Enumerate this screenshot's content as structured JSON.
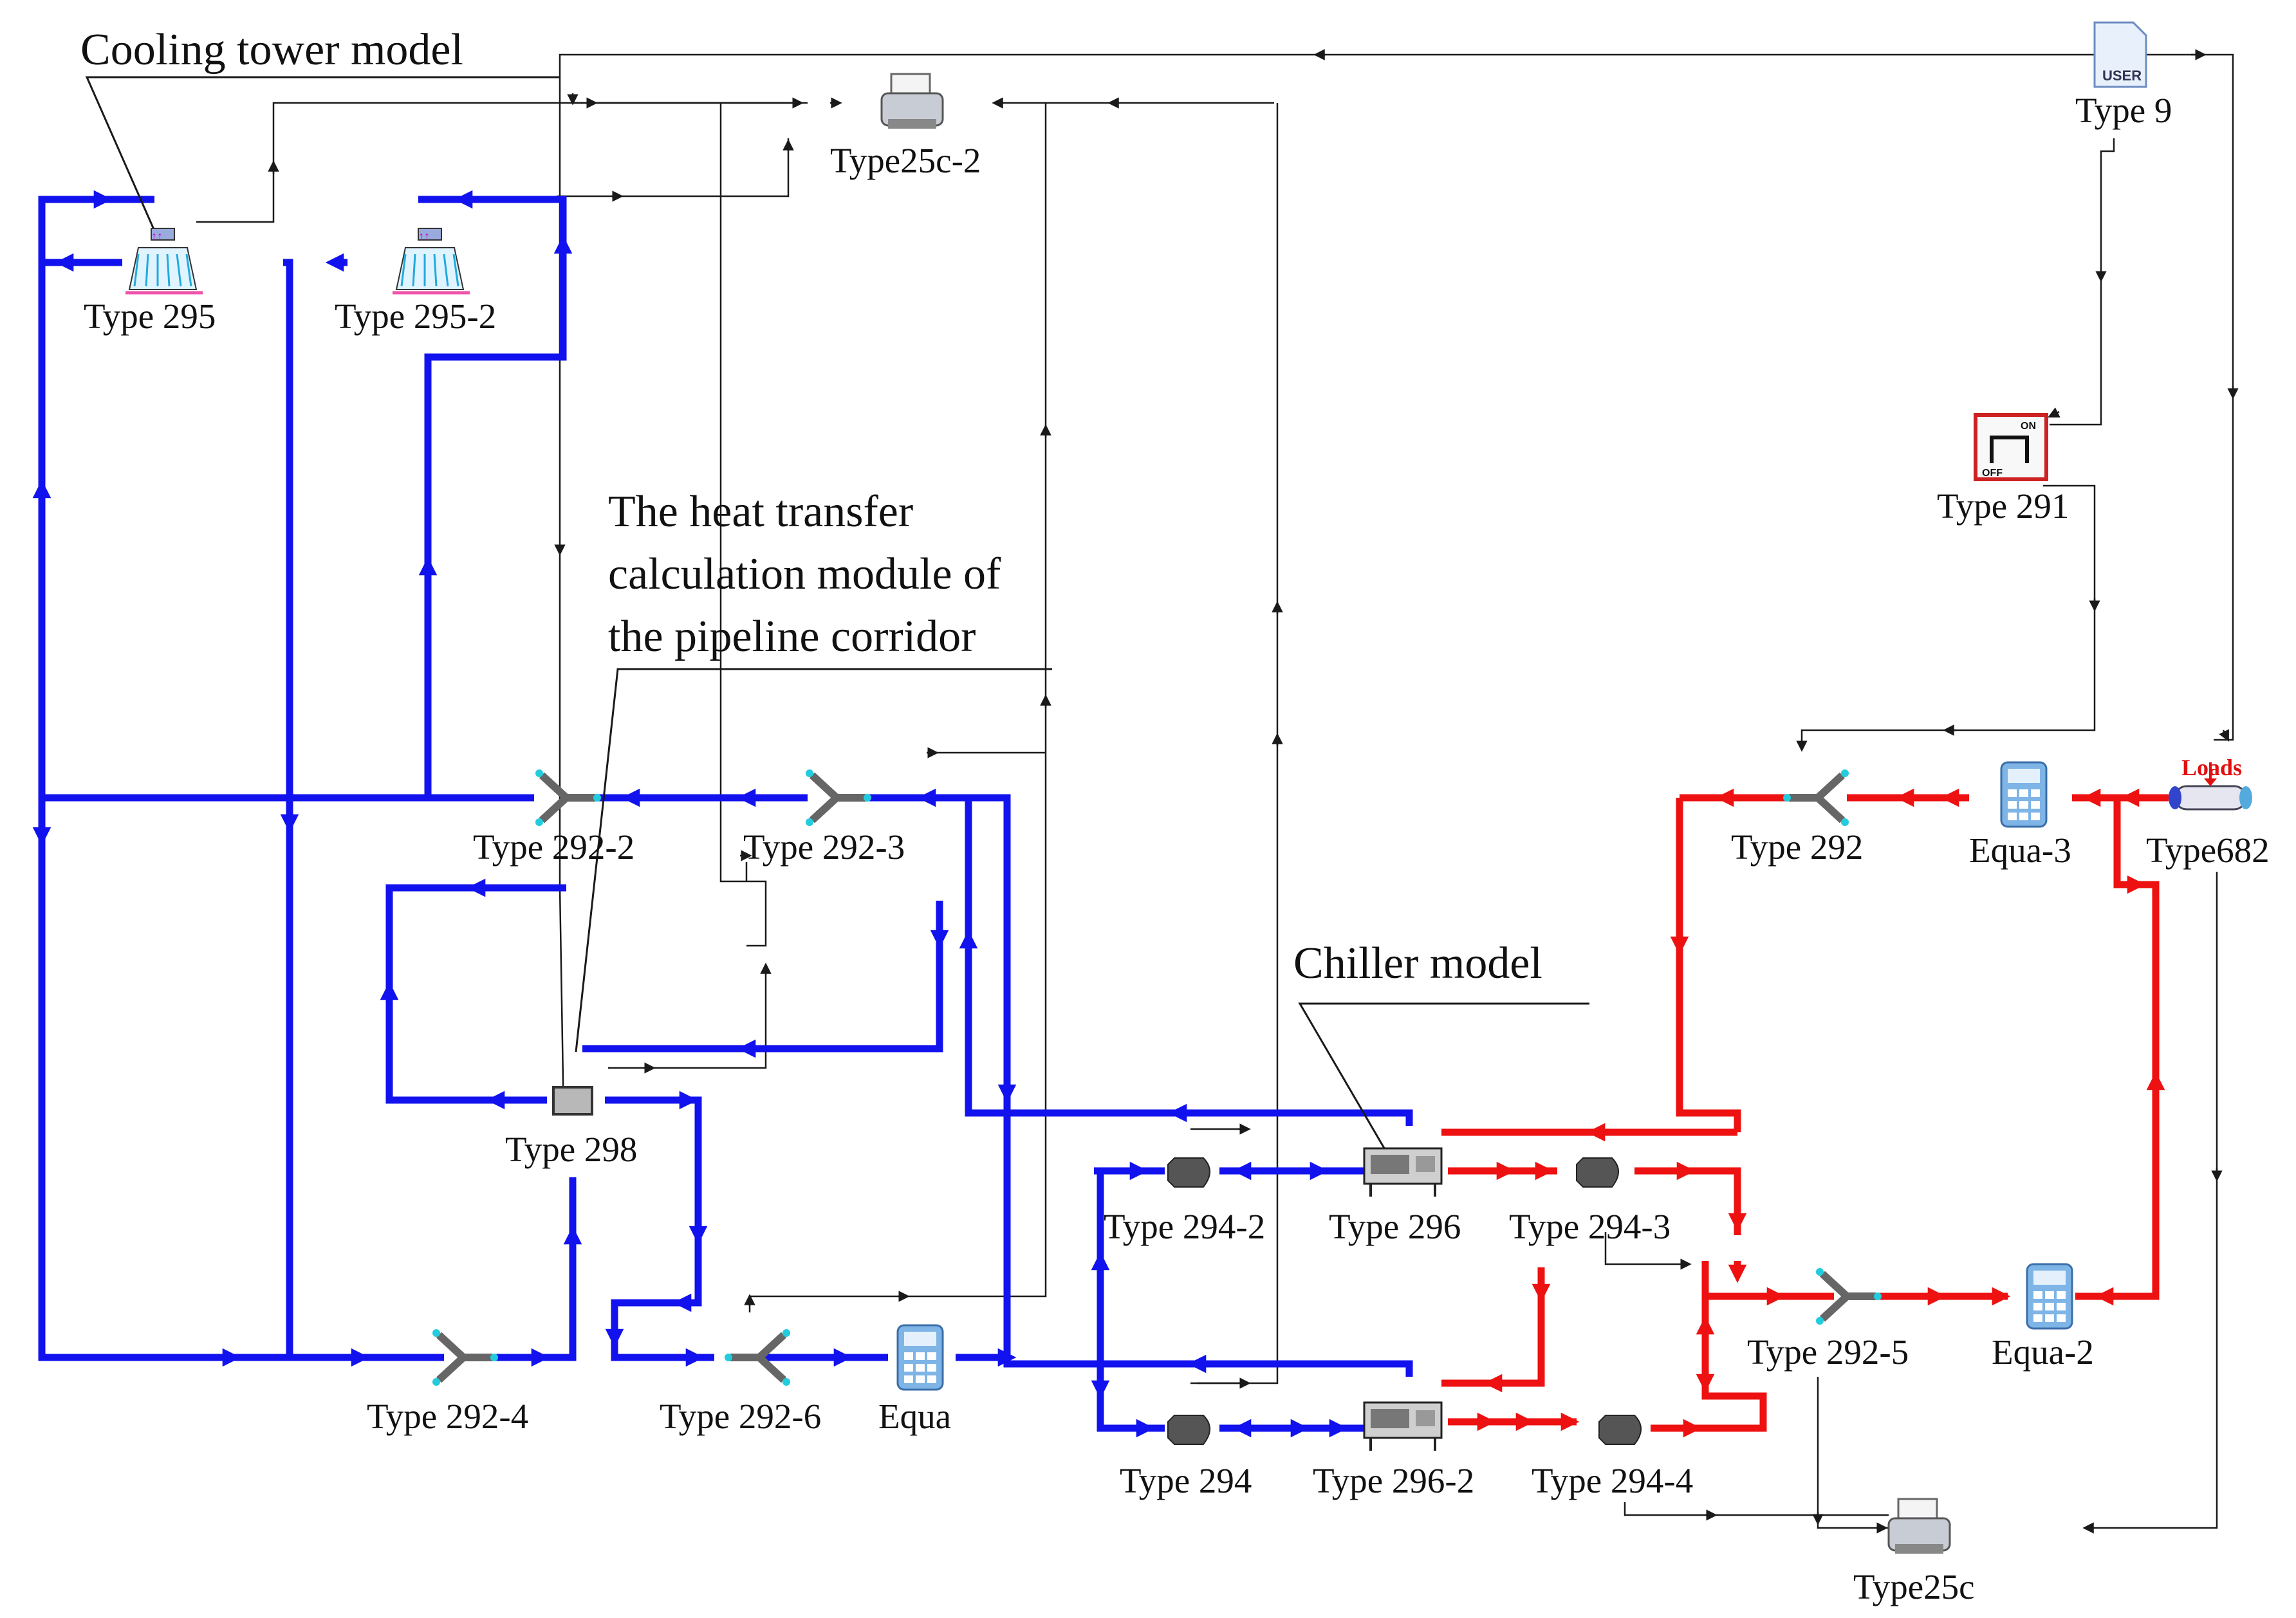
{
  "annotations": {
    "cooling_tower": "Cooling tower model",
    "heat_transfer_line1": "The heat transfer",
    "heat_transfer_line2": "calculation module of",
    "heat_transfer_line3": "the pipeline corridor",
    "chiller": "Chiller model"
  },
  "components": {
    "type295": "Type 295",
    "type295_2": "Type 295-2",
    "type25c_2": "Type25c-2",
    "type9": "Type 9",
    "type9_icon_text": "USER",
    "type291": "Type 291",
    "type291_on": "ON",
    "type291_off": "OFF",
    "type292_2": "Type 292-2",
    "type292_3": "Type 292-3",
    "type292": "Type 292",
    "equa3": "Equa-3",
    "type682": "Type682",
    "loads": "Loads",
    "type298": "Type 298",
    "type294_2": "Type 294-2",
    "type296": "Type 296",
    "type294_3": "Type 294-3",
    "type292_5": "Type 292-5",
    "equa2": "Equa-2",
    "type292_4": "Type 292-4",
    "type292_6": "Type 292-6",
    "equa": "Equa",
    "type294": "Type 294",
    "type296_2": "Type 296-2",
    "type294_4": "Type 294-4",
    "type25c": "Type25c"
  },
  "colors": {
    "cooling_water_pipe": "#1212ee",
    "chilled_water_pipe": "#ee1111",
    "control_line": "#1a1a1a"
  }
}
